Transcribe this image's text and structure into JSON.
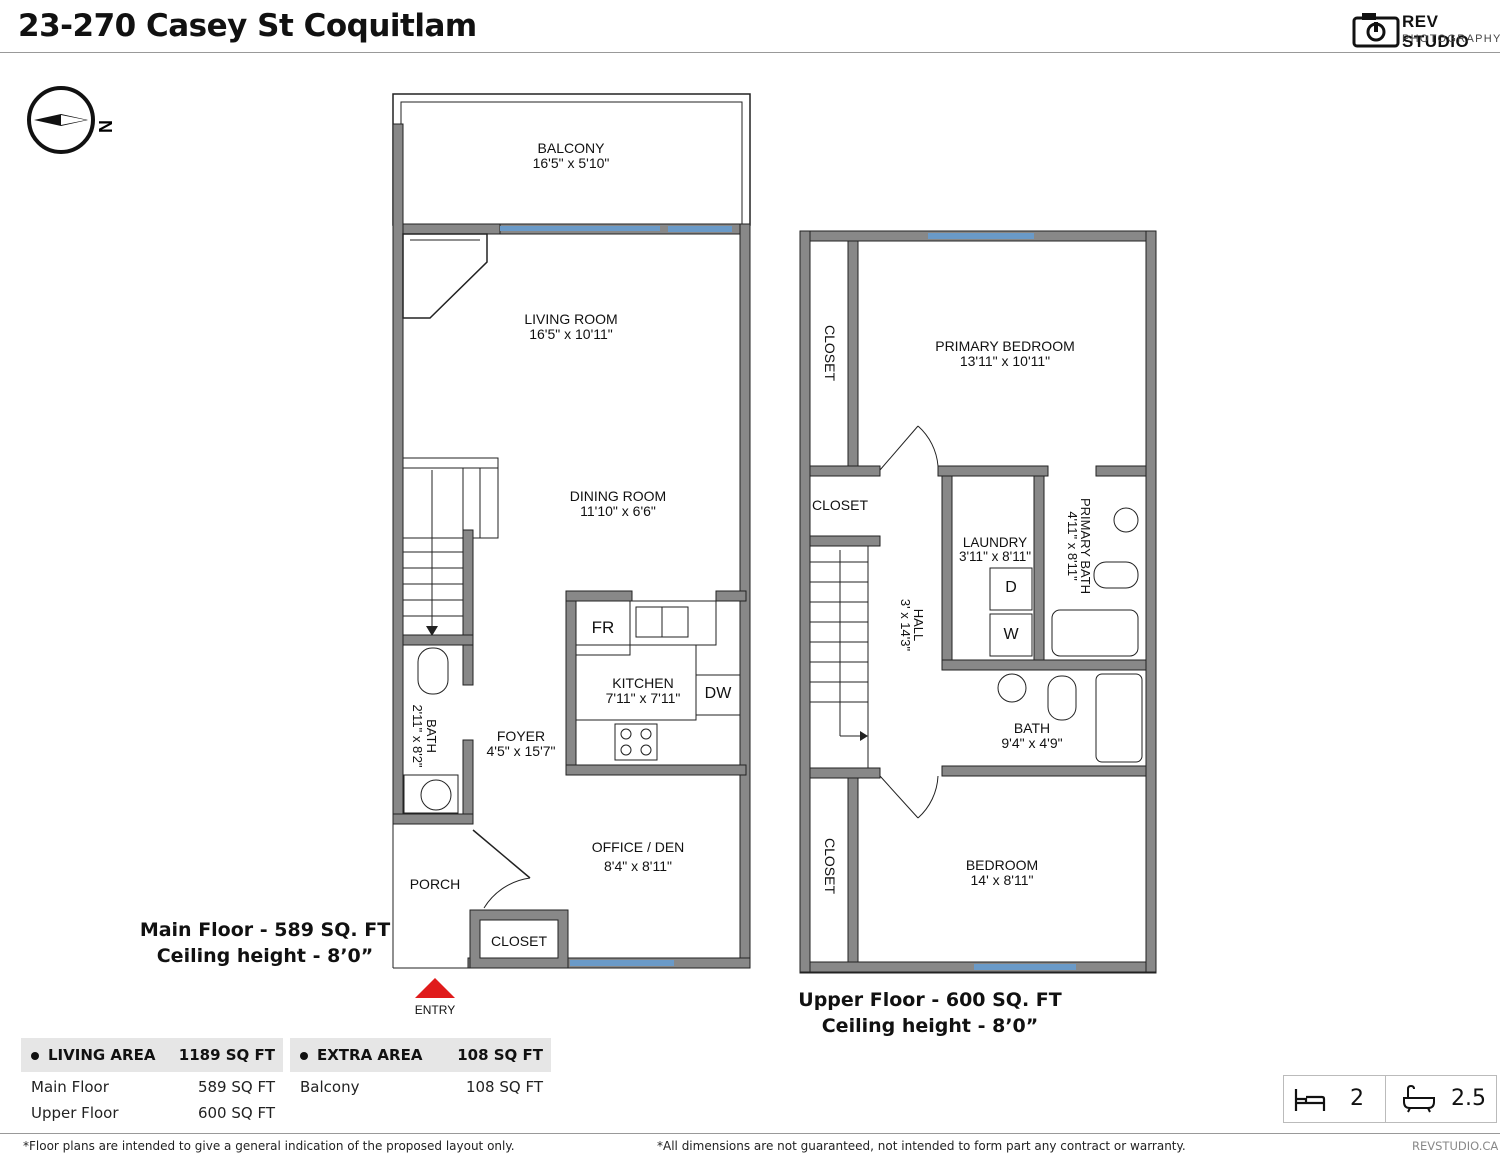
{
  "header": {
    "title": "23-270 Casey St Coquitlam",
    "logo_name": "REV STUDIO",
    "logo_sub": "PHOTOGRAPHY"
  },
  "compass": {
    "label": "N",
    "icon": "compass-icon"
  },
  "main_floor": {
    "rooms": {
      "balcony": {
        "name": "BALCONY",
        "dims": "16'5\" x 5'10\""
      },
      "living": {
        "name": "LIVING ROOM",
        "dims": "16'5\" x 10'11\""
      },
      "dining": {
        "name": "DINING ROOM",
        "dims": "11'10\" x 6'6\""
      },
      "kitchen": {
        "name": "KITCHEN",
        "dims": "7'11\" x 7'11\""
      },
      "foyer": {
        "name": "FOYER",
        "dims": "4'5\" x 15'7\""
      },
      "bath": {
        "name": "BATH",
        "dims": "2'11\" x 8'2\""
      },
      "office": {
        "name": "OFFICE / DEN",
        "dims": "8'4\" x 8'11\""
      },
      "porch": {
        "name": "PORCH"
      },
      "closet": {
        "name": "CLOSET"
      }
    },
    "fixtures": {
      "fridge": "FR",
      "dishwasher": "DW"
    },
    "entry_label": "ENTRY",
    "title_line1": "Main Floor - 589 SQ. FT",
    "title_line2": "Ceiling height - 8’0”"
  },
  "upper_floor": {
    "rooms": {
      "primary_bedroom": {
        "name": "PRIMARY BEDROOM",
        "dims": "13'11\" x 10'11\""
      },
      "closet_top": {
        "name": "CLOSET"
      },
      "closet_mid": {
        "name": "CLOSET"
      },
      "closet_bottom": {
        "name": "CLOSET"
      },
      "laundry": {
        "name": "LAUNDRY",
        "dims": "3'11\" x 8'11\""
      },
      "primary_bath": {
        "name": "PRIMARY BATH",
        "dims": "4'11\" x 8'11\""
      },
      "hall": {
        "name": "HALL",
        "dims": "3' x 14'3\""
      },
      "bath": {
        "name": "BATH",
        "dims": "9'4\" x 4'9\""
      },
      "bedroom": {
        "name": "BEDROOM",
        "dims": "14' x 8'11\""
      }
    },
    "fixtures": {
      "dryer": "D",
      "washer": "W"
    },
    "title_line1": "Upper Floor - 600 SQ. FT",
    "title_line2": "Ceiling height - 8’0”"
  },
  "living_area": {
    "heading": "LIVING AREA",
    "total": "1189 SQ FT",
    "rows": [
      {
        "label": "Main Floor",
        "value": "589 SQ FT"
      },
      {
        "label": "Upper Floor",
        "value": "600 SQ FT"
      }
    ]
  },
  "extra_area": {
    "heading": "EXTRA AREA",
    "total": "108 SQ FT",
    "rows": [
      {
        "label": "Balcony",
        "value": "108 SQ FT"
      }
    ]
  },
  "summary": {
    "bedrooms": "2",
    "bathrooms": "2.5",
    "bed_icon": "bed-icon",
    "bath_icon": "bathtub-icon"
  },
  "footer": {
    "disclaimer_left": "*Floor plans are intended to give a general indication of the proposed layout only.",
    "disclaimer_right": "*All dimensions are not guaranteed, not intended to form part any contract or warranty.",
    "website": "REVSTUDIO.CA"
  },
  "colors": {
    "wall": "#888888",
    "wall_outline": "#222222",
    "window": "#6a9ac8",
    "entry_marker": "#e01b1b"
  }
}
